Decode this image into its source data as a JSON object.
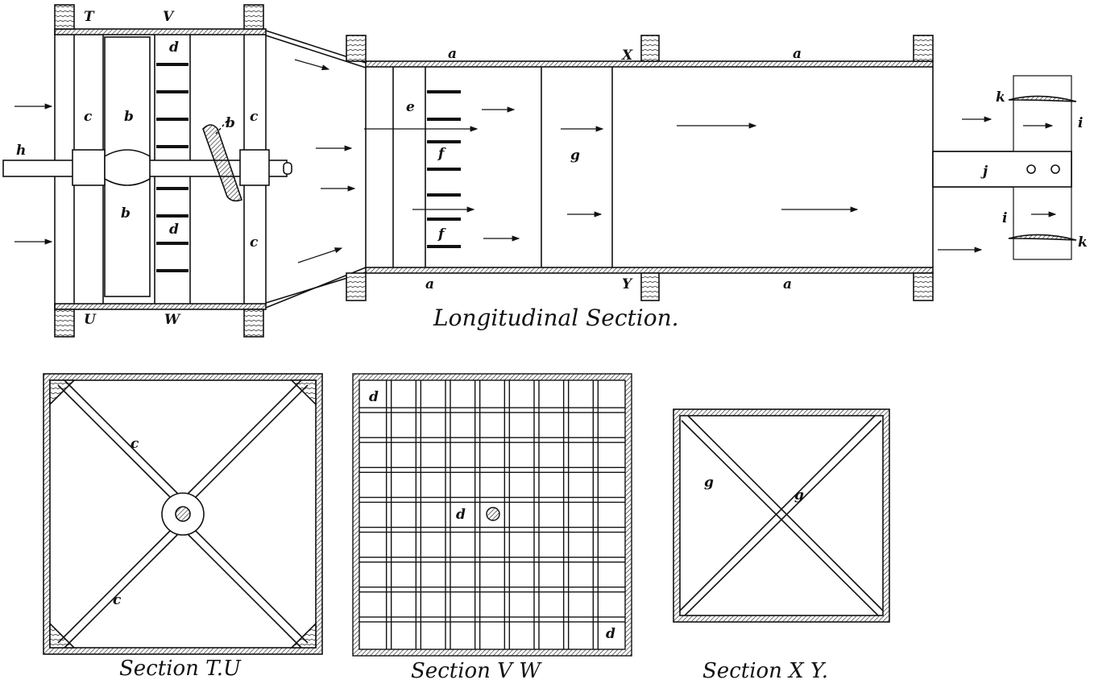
{
  "captions": {
    "longitudinal": "Longitudinal Section.",
    "section_tu": "Section T.U",
    "section_vw": "Section V W",
    "section_xy": "Section X Y."
  },
  "labels": {
    "T": "T",
    "V": "V",
    "U": "U",
    "W": "W",
    "X": "X",
    "Y": "Y",
    "a": "a",
    "b": "b",
    "c": "c",
    "d": "d",
    "e": "e",
    "f": "f",
    "g": "g",
    "h": "h",
    "i": "i",
    "j": "j",
    "k": "k"
  },
  "colors": {
    "ink": "#111111",
    "hatch": "#555555",
    "paper": "#ffffff"
  }
}
